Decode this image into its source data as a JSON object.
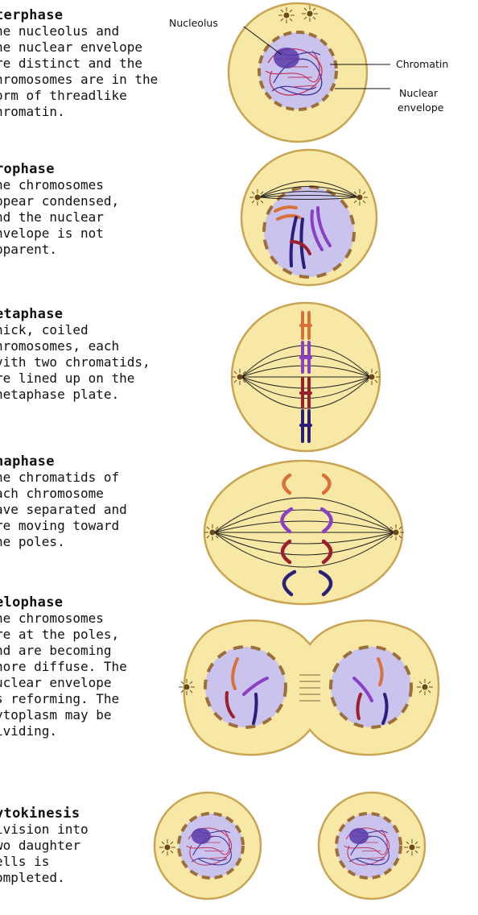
{
  "stages": [
    {
      "title": "terphase",
      "lines": [
        "he nucleolus and",
        "he nuclear envelope",
        "re distinct and the",
        "hromosomes are in the",
        "orm of threadlike",
        "hromatin."
      ]
    },
    {
      "title": "rophase",
      "lines": [
        "he chromosomes",
        "ppear condensed,",
        "nd the nuclear",
        "nvelope is not",
        "pparent."
      ]
    },
    {
      "title": "etaphase",
      "lines": [
        "hick, coiled",
        "hromosomes, each",
        "vith two chromatids,",
        "re lined up on the",
        "netaphase plate."
      ]
    },
    {
      "title": "naphase",
      "lines": [
        "he chromatids of",
        "ach chromosome",
        "ave separated and",
        "re moving toward",
        "he poles."
      ]
    },
    {
      "title": "elophase",
      "lines": [
        "he chromosomes",
        "re at the poles,",
        "nd are becoming",
        "nore diffuse.  The",
        "uclear envelope",
        "s reforming. The",
        "ytoplasm may be",
        "ividing."
      ]
    },
    {
      "title": "ytokinesis",
      "lines": [
        "ivision into",
        "wo daughter",
        "ells is",
        "ompleted."
      ]
    }
  ],
  "labels": {
    "nucleolus": "Nucleolus",
    "chromatin": "Chromatin",
    "nuclear_envelope_line1": "Nuclear",
    "nuclear_envelope_line2": "envelope"
  },
  "colors": {
    "cytoplasm": "#f7e8a6",
    "cell_outline": "#c9a553",
    "nucleus": "#c9c3ee",
    "envelope_dash": "#9c6e3c",
    "chromosome_orange": "#d9713a",
    "chromosome_purple": "#8b3fc4",
    "chromosome_red": "#9c1f2c",
    "chromosome_navy": "#2a1f7a",
    "spindle": "#222222"
  }
}
